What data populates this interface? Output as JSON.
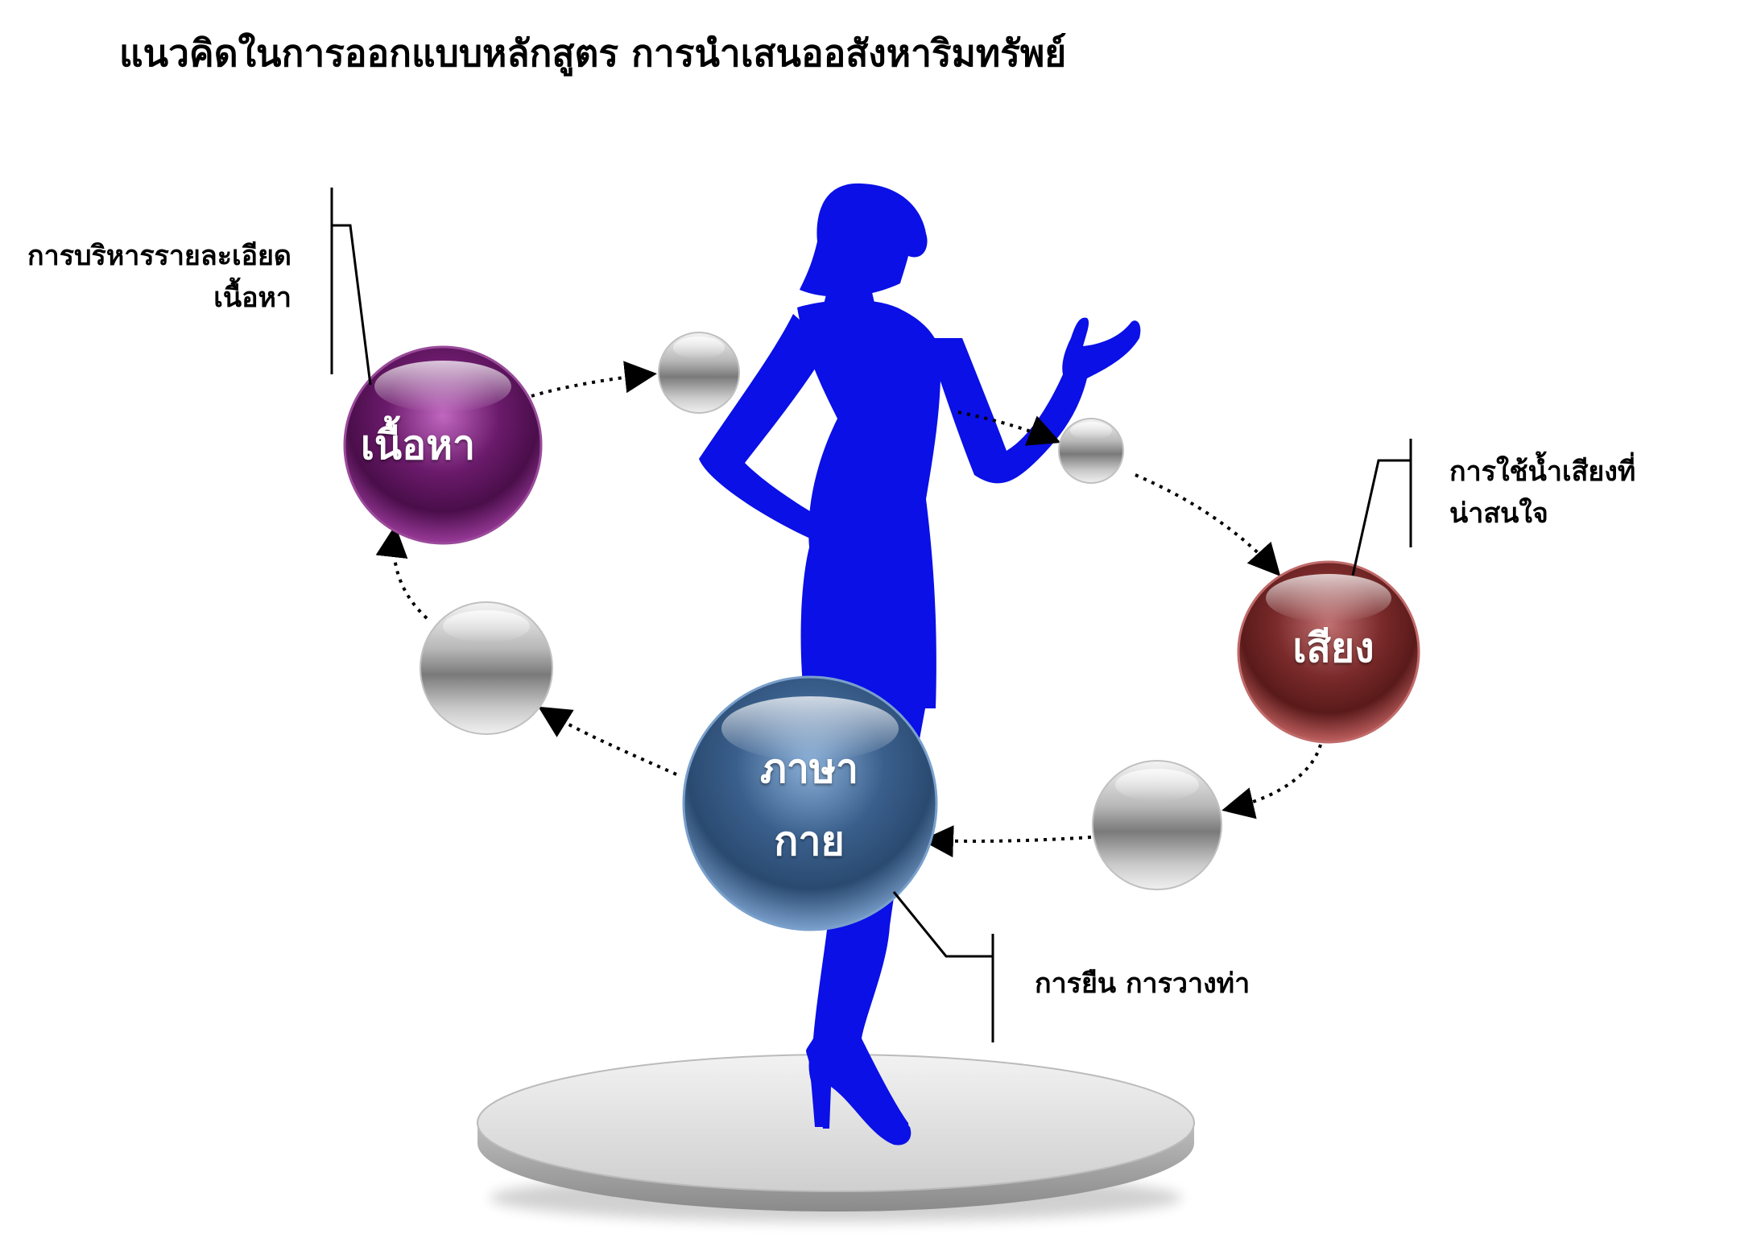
{
  "title": "แนวคิดในการออกแบบหลักสูตร การนำเสนออสังหาริมทรัพย์",
  "nodes": {
    "content": {
      "label": "เนื้อหา"
    },
    "voice": {
      "label": "เสียง"
    },
    "body": {
      "line1": "ภาษา",
      "line2": "กาย"
    }
  },
  "notes": {
    "content": {
      "line1": "การบริหารรายละเอียด",
      "line2": "เนื้อหา"
    },
    "voice": {
      "line1": "การใช้น้ำเสียงที่",
      "line2": "น่าสนใจ"
    },
    "body": {
      "line1": "การยืน การวางท่า"
    }
  },
  "colors": {
    "silhouette": "#0a10e6",
    "content_sphere": "#6a1a6a",
    "voice_sphere": "#7a2a2a",
    "body_sphere": "#3a5f8c",
    "small_sphere": "#9a9a9a",
    "platform": "#d8d8d8"
  }
}
